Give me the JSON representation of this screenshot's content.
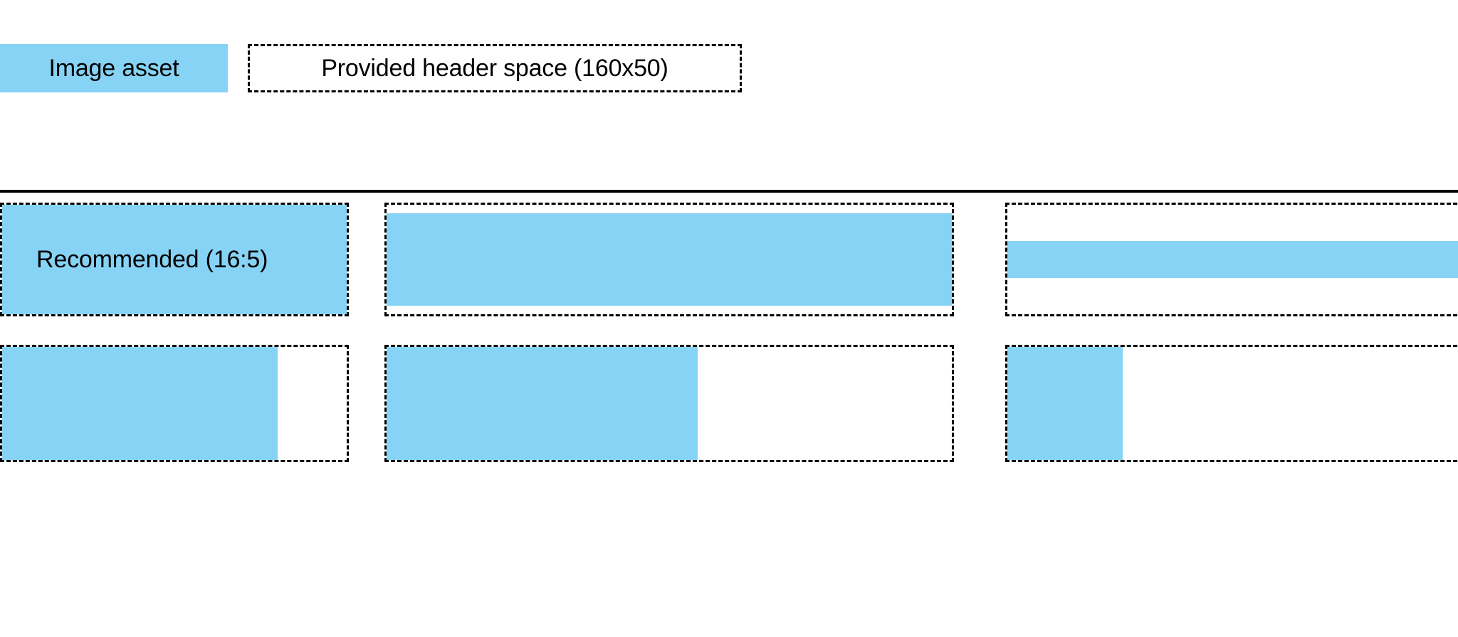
{
  "colors": {
    "fill": "#87d3f5",
    "outline": "#000000",
    "background": "#ffffff",
    "text": "#000000"
  },
  "header": {
    "asset_swatch_label": "Image asset",
    "header_space_label": "Provided header space (160x50)"
  },
  "grid": {
    "recommended_label": "Recommended (16:5)",
    "rows": [
      {
        "cells": [
          {
            "fill_left_pct": 0,
            "fill_top_pct": 0,
            "fill_width_pct": 100,
            "fill_height_pct": 100
          },
          {
            "fill_left_pct": 0,
            "fill_top_pct": 8,
            "fill_width_pct": 100,
            "fill_height_pct": 84
          },
          {
            "fill_left_pct": 0,
            "fill_top_pct": 33,
            "fill_width_pct": 100,
            "fill_height_pct": 34
          }
        ]
      },
      {
        "cells": [
          {
            "fill_left_pct": 0,
            "fill_top_pct": 0,
            "fill_width_pct": 80,
            "fill_height_pct": 100
          },
          {
            "fill_left_pct": 0,
            "fill_top_pct": 0,
            "fill_width_pct": 55,
            "fill_height_pct": 100
          },
          {
            "fill_left_pct": 0,
            "fill_top_pct": 0,
            "fill_width_pct": 24,
            "fill_height_pct": 100
          }
        ]
      }
    ]
  }
}
